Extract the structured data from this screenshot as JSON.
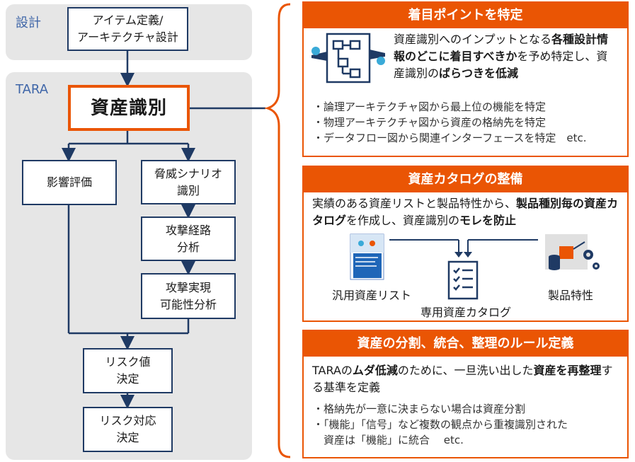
{
  "left": {
    "design_label": "設計",
    "tara_label": "TARA",
    "boxes": {
      "item_def": "アイテム定義/\nアーキテクチャ設計",
      "asset_id": "資産識別",
      "impact": "影響評価",
      "threat": "脅威シナリオ\n識別",
      "attack_path": "攻撃経路\n分析",
      "feasibility": "攻撃実現\n可能性分析",
      "risk_value": "リスク値\n決定",
      "risk_treat": "リスク対応\n決定"
    }
  },
  "cards": [
    {
      "title": "着目ポイントを特定",
      "text": [
        {
          "t": "資産識別へのインプットとなる"
        },
        {
          "t": "各種設計情報のどこに着目すべきか",
          "b": true
        },
        {
          "t": "を予め特定し、資産識別の"
        },
        {
          "t": "ばらつきを低減",
          "b": true
        }
      ],
      "bullets": [
        "・論理アーキテクチャ図から最上位の機能を特定",
        "・物理アーキテクチャ図から資産の格納先を特定",
        "・データフロー図から関連インターフェースを特定　etc."
      ]
    },
    {
      "title": "資産カタログの整備",
      "text": [
        {
          "t": "実績のある資産リストと製品特性から、"
        },
        {
          "t": "製品種別毎の資産カタログ",
          "b": true
        },
        {
          "t": "を作成し、資産識別の"
        },
        {
          "t": "モレを防止",
          "b": true
        }
      ],
      "captions": {
        "generic": "汎用資産リスト",
        "dedicated": "専用資産カタログ",
        "product": "製品特性"
      }
    },
    {
      "title": "資産の分割、統合、整理のルール定義",
      "text": [
        {
          "t": "TARAの"
        },
        {
          "t": "ムダ低減",
          "b": true
        },
        {
          "t": "のために、一旦洗い出した"
        },
        {
          "t": "資産を再整理",
          "b": true
        },
        {
          "t": "する基準を定義"
        }
      ],
      "bullets": [
        "・格納先が一意に決まらない場合は資産分割",
        "・「機能」「信号」など複数の観点から重複識別された",
        "　資産は「機能」に統合　 etc."
      ]
    }
  ],
  "colors": {
    "orange": "#ea5504",
    "navy": "#1f3a64",
    "panel": "#e6e6e6",
    "label_blue": "#3f66a8"
  },
  "icons": [
    "diagram-icon",
    "document-icon",
    "checklist-icon",
    "product-gear-icon"
  ]
}
